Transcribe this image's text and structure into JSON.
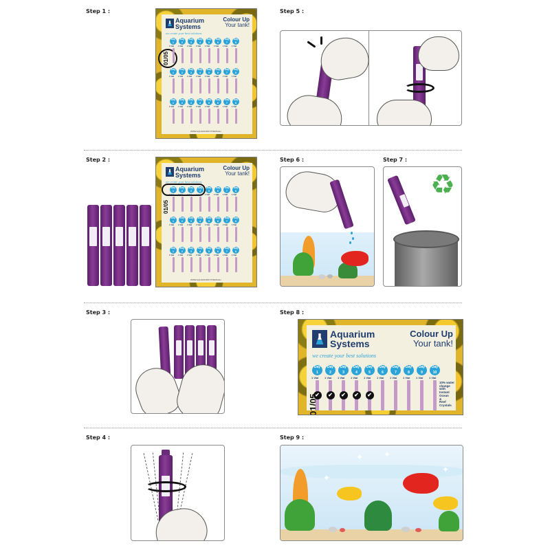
{
  "steps": {
    "s1": "Step 1 :",
    "s2": "Step 2 :",
    "s3": "Step 3 :",
    "s4": "Step 4 :",
    "s5": "Step 5 :",
    "s6": "Step 6 :",
    "s7": "Step 7 :",
    "s8": "Step 8 :",
    "s9": "Step 9 :"
  },
  "calendar": {
    "brand_line1": "Aquarium",
    "brand_line2": "Systems",
    "tagline": "we create your best solutions",
    "title_line1": "Colour Up",
    "title_line2": "Your tank!",
    "date_tag": "01/05",
    "vial_label": "1 Vial",
    "water_change_note": [
      "10% water",
      "change",
      "with",
      "Instant",
      "Ocean",
      "&",
      "Reef",
      "Crystals"
    ],
    "url": "WWW.AQUARIUMSYSTEMS.EU"
  },
  "step8_days": [
    {
      "day": "Day",
      "num": "1"
    },
    {
      "day": "Day",
      "num": "2"
    },
    {
      "day": "Day",
      "num": "3"
    },
    {
      "day": "Day",
      "num": "4"
    },
    {
      "day": "Day",
      "num": "5"
    },
    {
      "day": "Day",
      "num": "6"
    },
    {
      "day": "Day",
      "num": "7"
    },
    {
      "day": "Day",
      "num": "8"
    },
    {
      "day": "Day",
      "num": "9"
    },
    {
      "day": "Day",
      "num": "10"
    }
  ],
  "icons": {
    "recycle": "♻",
    "check": "✔",
    "sparkle": "✦"
  },
  "colors": {
    "brand_blue": "#1f3d6e",
    "accent_blue": "#2aa3d8",
    "vial_purple": "#7a2f8a",
    "recycle_green": "#4caf50"
  }
}
